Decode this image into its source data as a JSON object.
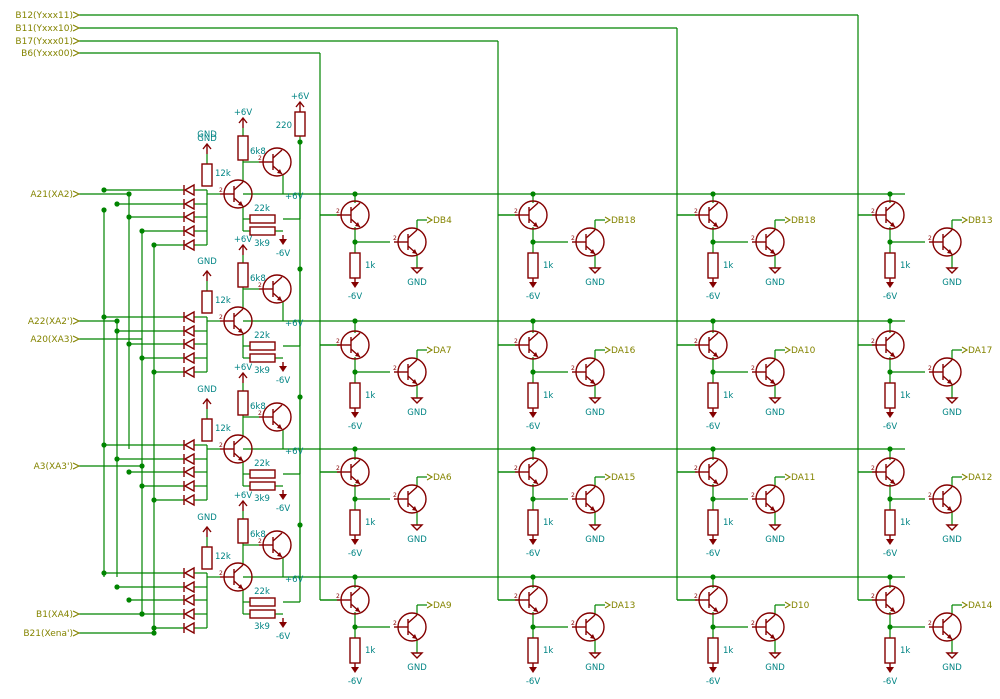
{
  "schematic": {
    "inputs_top": [
      "B12(Yxxx11)",
      "B11(Yxxx10)",
      "B17(Yxxx01)",
      "B6(Yxxx00)"
    ],
    "inputs_left": [
      "A21(XA2)",
      "A22(XA2')",
      "A20(XA3)",
      "A3(XA3')",
      "B1(XA4)",
      "B21(Xena')"
    ],
    "outputs": [
      [
        "DB4",
        "DB18",
        "DB18",
        "DB13"
      ],
      [
        "DA7",
        "DA16",
        "DA10",
        "DA17"
      ],
      [
        "DA6",
        "DA15",
        "DA11",
        "DA12"
      ],
      [
        "DA9",
        "DA13",
        "D10",
        "DA14"
      ]
    ],
    "values": {
      "r_base": "12k",
      "r_pullup": "6k8",
      "r_bias": "22k",
      "r_emit": "3k9",
      "r_coll": "220",
      "r_load": "1k"
    },
    "power": {
      "pos": "+6V",
      "neg": "-6V",
      "gnd": "GND"
    }
  },
  "colors": {
    "wire": "#008400",
    "component": "#840000",
    "label": "#848400",
    "value": "#008484"
  }
}
